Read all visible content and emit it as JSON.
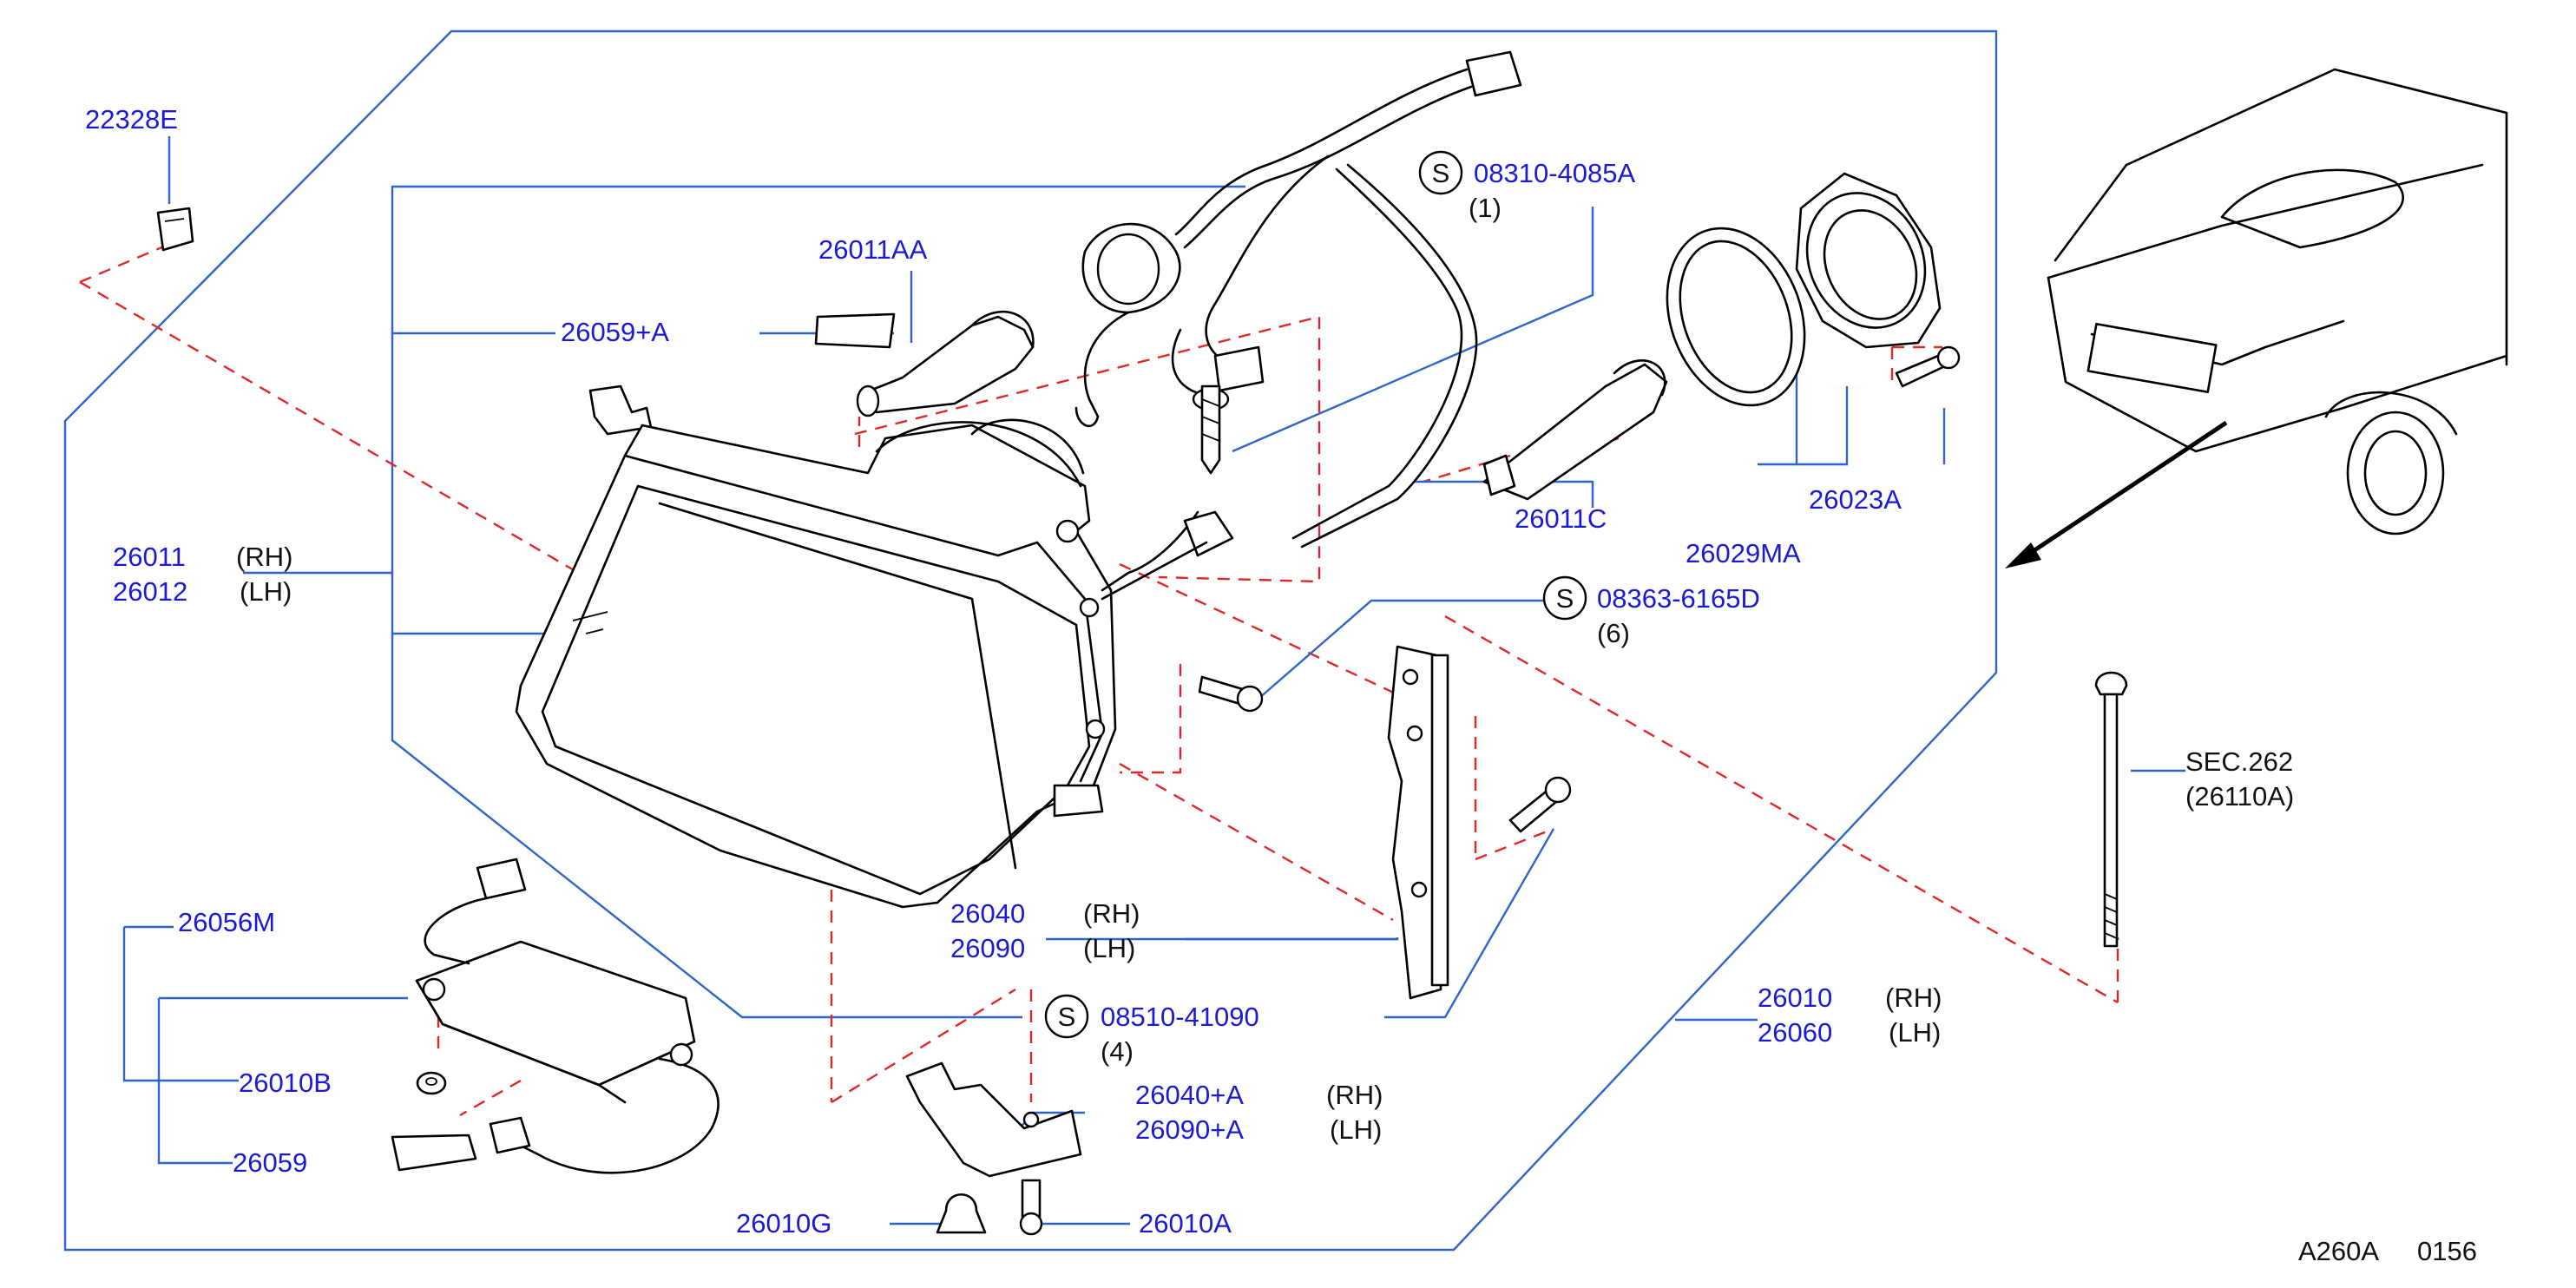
{
  "labels": {
    "p22328E": "22328E",
    "p26011AA": "26011AA",
    "p26059A": "26059+A",
    "p26011": "26011",
    "p26012": "26012",
    "rh1": "(RH)",
    "lh1": "(LH)",
    "s1": "S",
    "s1num": "08310-4085A",
    "s1qty": "(1)",
    "p26011C": "26011C",
    "p26029MA": "26029MA",
    "p26023A": "26023A",
    "s2": "S",
    "s2num": "08363-6165D",
    "s2qty": "(6)",
    "sec": "SEC.262",
    "secsub": "(26110A)",
    "p26056M": "26056M",
    "p26040": "26040",
    "p26090": "26090",
    "rh2": "(RH)",
    "lh2": "(LH)",
    "s3": "S",
    "s3num": "08510-41090",
    "s3qty": "(4)",
    "p26010": "26010",
    "p26060": "26060",
    "rh3": "(RH)",
    "lh3": "(LH)",
    "p26010B": "26010B",
    "p26040A": "26040+A",
    "p26090A": "26090+A",
    "rh4": "(RH)",
    "lh4": "(LH)",
    "p26059": "26059",
    "p26010G": "26010G",
    "p26010A": "26010A",
    "code": "A260A",
    "page": "0156"
  },
  "icons": [
    "headlamp-assembly",
    "bulb",
    "socket",
    "harness",
    "control-unit",
    "bracket",
    "screw",
    "vehicle"
  ],
  "colors": {
    "part_number": "#1a1ad6",
    "leader": "#2f64c8",
    "dash": "#e02828"
  }
}
